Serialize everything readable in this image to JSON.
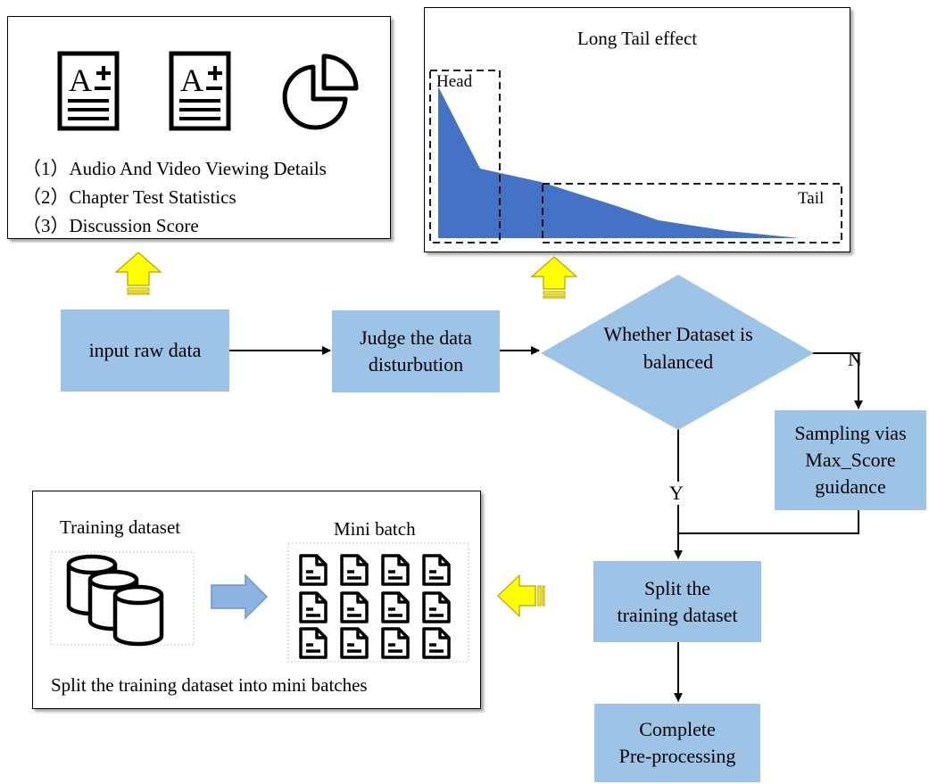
{
  "input_panel": {
    "items": [
      "（1）Audio And Video Viewing Details",
      "（2）Chapter Test Statistics",
      "（3）Discussion Score"
    ],
    "icons": [
      "grade-document-icon",
      "grade-document-icon",
      "pie-chart-icon"
    ]
  },
  "long_tail_panel": {
    "title": "Long Tail effect",
    "head_label": "Head",
    "tail_label": "Tail",
    "fill_color": "#4472c4"
  },
  "flow": {
    "input_raw_data": "input raw data",
    "judge_line1": "Judge the data",
    "judge_line2": "disturbution",
    "decision_line1": "Whether Dataset is",
    "decision_line2": "balanced",
    "no_label": "N",
    "yes_label": "Y",
    "sampling_line1": "Sampling vias",
    "sampling_line2": "Max_Score",
    "sampling_line3": "guidance",
    "split_line1": "Split the",
    "split_line2": "training dataset",
    "complete_line1": "Complete",
    "complete_line2": "Pre-processing",
    "box_color": "#9dc3e6",
    "highlight_arrow_color": "#ffff00"
  },
  "batch_panel": {
    "training_label": "Training dataset",
    "mini_batch_label": "Mini batch",
    "caption": "Split the training dataset into mini batches"
  }
}
